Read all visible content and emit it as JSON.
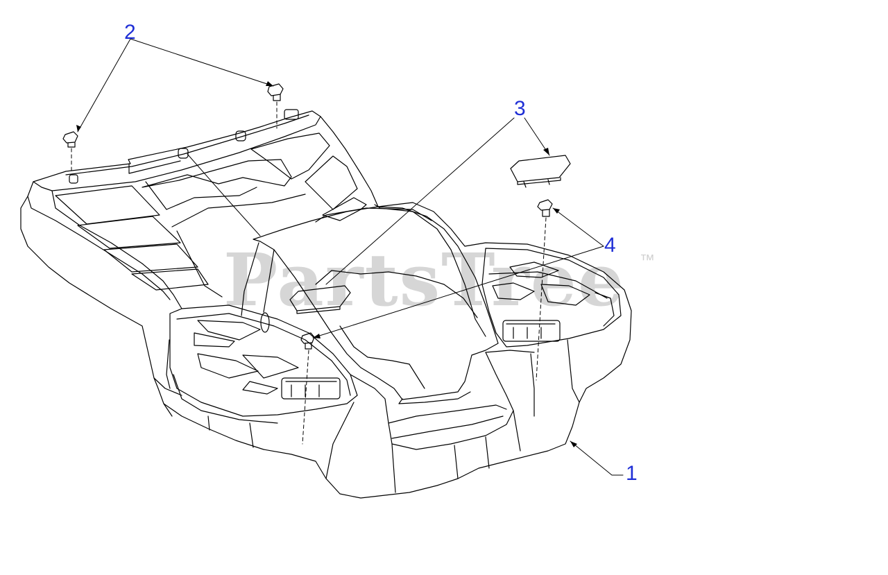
{
  "watermark": {
    "brand": "PartsTree",
    "trademark": "™"
  },
  "callouts": {
    "c1": "1",
    "c2": "2",
    "c3": "3",
    "c4": "4"
  },
  "colors": {
    "line": "#000000",
    "callout": "#1f2fd6",
    "watermark": "#cfcfcf"
  }
}
